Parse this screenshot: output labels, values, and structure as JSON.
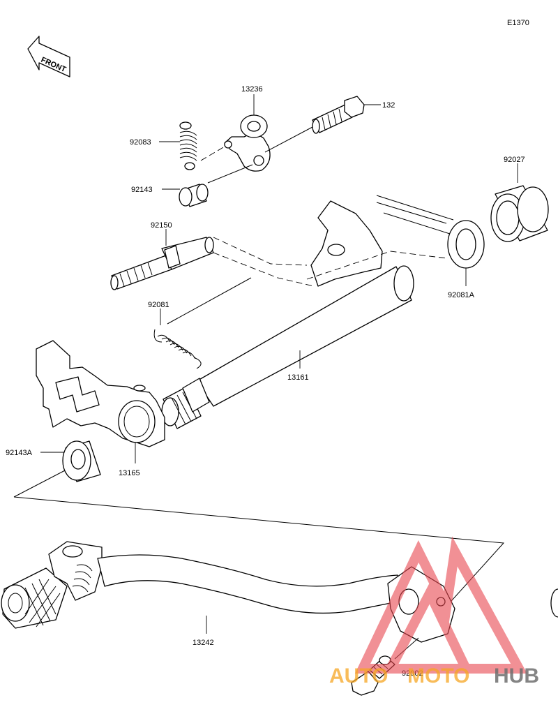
{
  "diagram_id": "E1370",
  "front_label": "FRONT",
  "parts": [
    {
      "number": "13236"
    },
    {
      "number": "132"
    },
    {
      "number": "92083"
    },
    {
      "number": "92143"
    },
    {
      "number": "92027"
    },
    {
      "number": "92150"
    },
    {
      "number": "92081"
    },
    {
      "number": "92081A"
    },
    {
      "number": "13161"
    },
    {
      "number": "92143A"
    },
    {
      "number": "13165"
    },
    {
      "number": "13242"
    },
    {
      "number": "92002"
    }
  ],
  "watermark": {
    "part1": "AUTO",
    "part2": "MOTO",
    "part3": "HUB",
    "color1": "#f5a623",
    "color2": "#f5a623",
    "color3": "#6e6e6e",
    "triangle_color": "#e8474f"
  }
}
